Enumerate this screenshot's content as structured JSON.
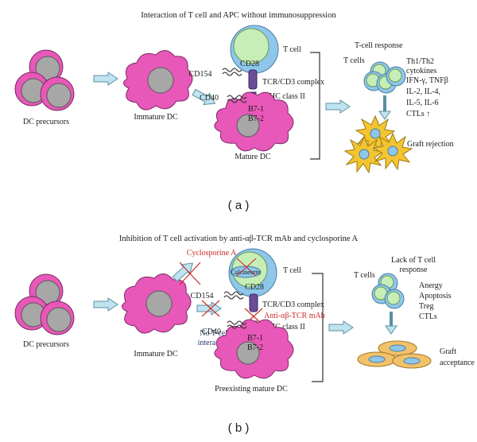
{
  "panel_a": {
    "title": "Interaction of T cell and APC without immunosuppression",
    "dc_precursors": "DC precursors",
    "immature_dc": "Immature DC",
    "mature_dc": "Mature DC",
    "t_cell": "T cell",
    "cd28": "CD28",
    "cd154": "CD154",
    "cd40": "CD40",
    "tcr": "TCR/CD3 complex",
    "mhc": "MHC class II",
    "b71": "B7-1",
    "b72": "B7-2",
    "response_title": "T-cell response",
    "t_cells": "T cells",
    "cytokines": [
      "Th1/Th2",
      "cytokines",
      "IFN-γ, TNFβ",
      "IL-2, IL-4,",
      "IL-5, IL-6",
      "CTLs ↑"
    ],
    "graft_rejection": "Graft rejection",
    "label": "( a )"
  },
  "panel_b": {
    "title": "Inhibition of T cell activation by anti-αβ-TCR mAb and cyclosporine A",
    "dc_precursors": "DC precursors",
    "immature_dc": "Immature DC",
    "mature_dc": "Preexisting mature DC",
    "cyclosporine": "Cyclosporine A",
    "calcineurin": "Calcineurin",
    "no_interaction": [
      "No T-cell",
      "interaction"
    ],
    "t_cell": "T cell",
    "cd28": "CD28",
    "cd154": "CD154",
    "cd40": "CD40",
    "tcr": "TCR/CD3 complex",
    "anti_tcr": "Anti-αβ-TCR mAb",
    "mhc": "MHC class II",
    "b71": "B7-1",
    "b72": "B7-2",
    "response_title": [
      "Lack of T cell",
      "response"
    ],
    "t_cells": "T cells",
    "outcomes": [
      "Anergy",
      "Apoptosis",
      "Treg",
      "CTLs"
    ],
    "graft_acceptance": [
      "Graft",
      "acceptance"
    ],
    "label": "( b )"
  },
  "colors": {
    "dc_pink": "#e858b8",
    "dc_gray": "#a7a7a7",
    "tcell_blue": "#8ec7ea",
    "tcell_green": "#c8eeb7",
    "tcr_purple": "#6a4c98",
    "star_yellow": "#f4c431",
    "graft_orange": "#f3c16a",
    "arrow_blue": "#bfe3ef",
    "inhibit_red": "#cc2a2a"
  }
}
